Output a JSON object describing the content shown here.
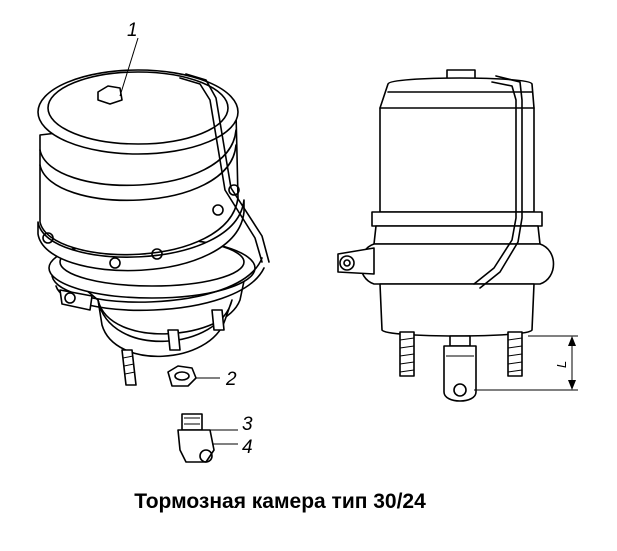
{
  "caption": "Тормозная камера тип 30/24",
  "callouts": {
    "c1": "1",
    "c2": "2",
    "c3": "3",
    "c4": "4"
  },
  "dimension_label": "L"
}
